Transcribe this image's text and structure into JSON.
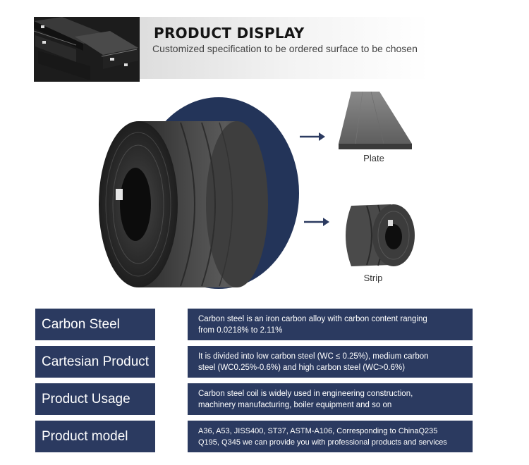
{
  "header": {
    "title": "PRODUCT DISPLAY",
    "subtitle": "Customized specification to be ordered surface to be chosen"
  },
  "display": {
    "products": [
      {
        "label": "Plate"
      },
      {
        "label": "Strip"
      }
    ]
  },
  "rows": [
    {
      "label": "Carbon Steel",
      "lines": [
        "Carbon steel is an iron carbon alloy with carbon content ranging",
        "from 0.0218% to 2.11%"
      ]
    },
    {
      "label": "Cartesian Product",
      "lines": [
        "It is divided into low carbon steel (WC ≤ 0.25%), medium carbon",
        "steel (WC0.25%-0.6%) and high carbon steel (WC>0.6%)"
      ]
    },
    {
      "label": "Product Usage",
      "lines": [
        "Carbon steel coil is widely used in engineering construction,",
        "machinery manufacturing, boiler equipment and so on"
      ]
    },
    {
      "label": "Product model",
      "lines": [
        "A36, A53, JISS400, ST37, ASTM-A106, Corresponding to ChinaQ235",
        "Q195, Q345 we can provide you with professional products and services"
      ]
    }
  ],
  "colors": {
    "navy": "#2b3a60",
    "circle": "#233459"
  }
}
